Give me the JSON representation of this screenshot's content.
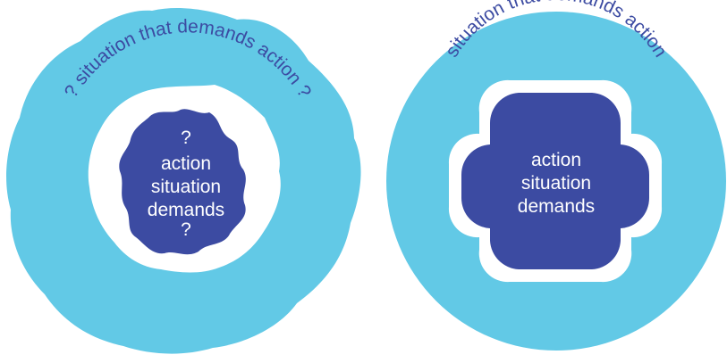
{
  "colors": {
    "outer": "#62c9e6",
    "gap": "#ffffff",
    "inner": "#3c4ba2",
    "arc_text": "#3c4ba2",
    "inner_text": "#ffffff"
  },
  "left_diagram": {
    "arc_text": "? situation that demands action ?",
    "inner_lines": [
      "?",
      "action",
      "situation",
      "demands",
      "?"
    ]
  },
  "right_diagram": {
    "arc_text": "situation that demands action",
    "inner_lines": [
      "action",
      "situation",
      "demands"
    ]
  }
}
